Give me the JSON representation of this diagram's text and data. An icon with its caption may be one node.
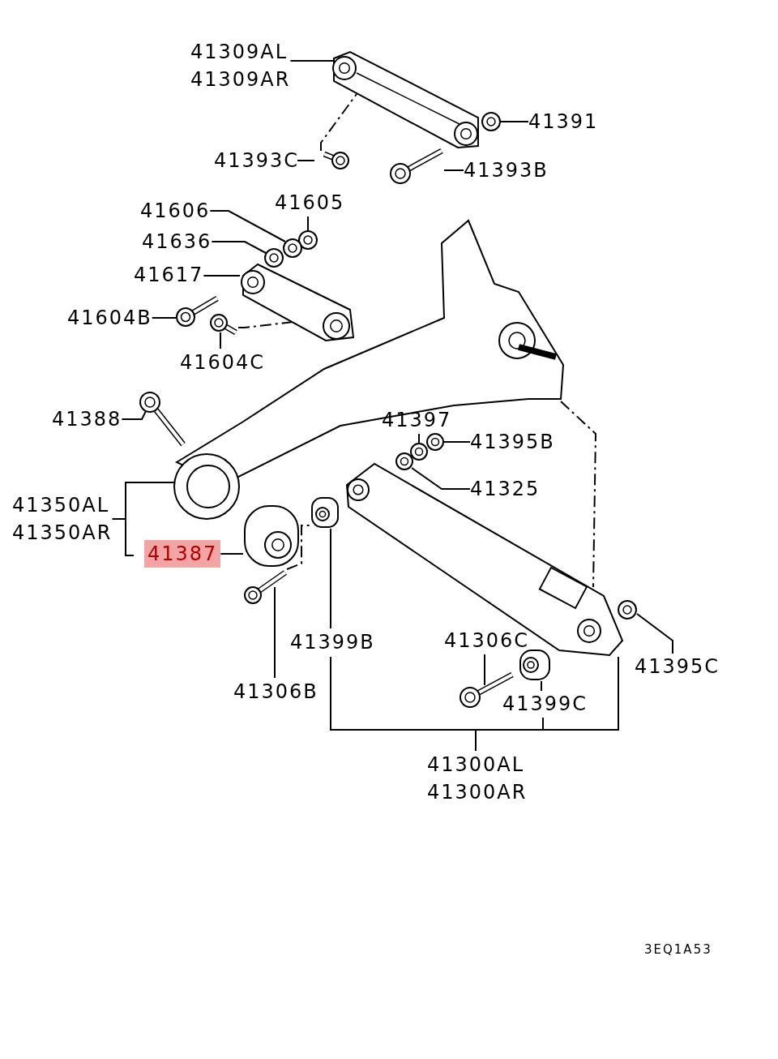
{
  "diagram": {
    "nodes": [
      {
        "text": [
          "41309AL",
          "41309AR"
        ]
      },
      {
        "text": [
          "41393C"
        ]
      },
      {
        "text": [
          "41391"
        ]
      },
      {
        "text": [
          "41393B"
        ]
      },
      {
        "text": [
          "41606"
        ]
      },
      {
        "text": [
          "41605"
        ]
      },
      {
        "text": [
          "41636"
        ]
      },
      {
        "text": [
          "41617"
        ]
      },
      {
        "text": [
          "41604B"
        ]
      },
      {
        "text": [
          "41604C"
        ]
      },
      {
        "text": [
          "41388"
        ]
      },
      {
        "text": [
          "41397"
        ]
      },
      {
        "text": [
          "41395B"
        ]
      },
      {
        "text": [
          "41325"
        ]
      },
      {
        "text": [
          "41350AL",
          "41350AR"
        ]
      },
      {
        "text": [
          "41387"
        ]
      },
      {
        "text": [
          "41306B"
        ]
      },
      {
        "text": [
          "41399B"
        ]
      },
      {
        "text": [
          "41306C"
        ]
      },
      {
        "text": [
          "41399C"
        ]
      },
      {
        "text": [
          "41395C"
        ]
      },
      {
        "text": [
          "41300AL",
          "41300AR"
        ]
      },
      {
        "text": [],
        "shape": "picture"
      },
      {
        "text": [],
        "shape": "picture"
      },
      {
        "text": [],
        "shape": "picture"
      },
      {
        "text": [],
        "shape": "picture"
      },
      {
        "text": [],
        "shape": "picture"
      },
      {
        "text": [],
        "shape": "picture"
      },
      {
        "text": [],
        "shape": "picture"
      },
      {
        "text": [],
        "shape": "picture"
      },
      {
        "text": [],
        "shape": "picture"
      },
      {
        "text": [],
        "shape": "picture"
      },
      {
        "text": [],
        "shape": "picture"
      },
      {
        "text": [],
        "shape": "picture"
      },
      {
        "text": [],
        "shape": "picture"
      },
      {
        "text": [],
        "shape": "picture"
      },
      {
        "text": [],
        "shape": "picture"
      },
      {
        "text": [],
        "shape": "picture"
      },
      {
        "text": [],
        "shape": "picture"
      },
      {
        "text": [],
        "shape": "picture"
      },
      {
        "text": [],
        "shape": "picture"
      },
      {
        "text": [],
        "shape": "picture"
      },
      {
        "text": [],
        "shape": "picture"
      },
      {
        "text": [],
        "shape": "picture"
      }
    ],
    "edges": [
      {
        "from": 0,
        "to": 22,
        "arrow": "none"
      },
      {
        "from": 1,
        "to": 23,
        "arrow": "none"
      },
      {
        "from": 2,
        "to": 24,
        "arrow": "none"
      },
      {
        "from": 3,
        "to": 25,
        "arrow": "none"
      },
      {
        "from": 4,
        "to": 27,
        "arrow": "none"
      },
      {
        "from": 5,
        "to": 26,
        "arrow": "none"
      },
      {
        "from": 6,
        "to": 28,
        "arrow": "none"
      },
      {
        "from": 7,
        "to": 29,
        "arrow": "none"
      },
      {
        "from": 8,
        "to": 30,
        "arrow": "none"
      },
      {
        "from": 9,
        "to": 31,
        "arrow": "none"
      },
      {
        "from": 10,
        "to": 32,
        "arrow": "none"
      },
      {
        "from": 11,
        "to": 33,
        "arrow": "none"
      },
      {
        "from": 12,
        "to": 34,
        "arrow": "none"
      },
      {
        "from": 13,
        "to": 35,
        "arrow": "none"
      },
      {
        "from": 14,
        "to": 36,
        "arrow": "none"
      },
      {
        "from": 15,
        "to": 37,
        "arrow": "none"
      },
      {
        "from": 16,
        "to": 38,
        "arrow": "none"
      },
      {
        "from": 17,
        "to": 39,
        "arrow": "none"
      },
      {
        "from": 18,
        "to": 41,
        "arrow": "none"
      },
      {
        "from": 19,
        "to": 42,
        "arrow": "none"
      },
      {
        "from": 20,
        "to": 43,
        "arrow": "none"
      },
      {
        "from": 21,
        "to": 40,
        "arrow": "none"
      },
      {
        "from": 23,
        "to": 22,
        "arrow": "none",
        "style": "dashed"
      },
      {
        "from": 31,
        "to": 29,
        "arrow": "none",
        "style": "dashed"
      },
      {
        "from": 38,
        "to": 39,
        "arrow": "none",
        "style": "dashed"
      },
      {
        "from": 36,
        "to": 40,
        "arrow": "none",
        "style": "dashed"
      }
    ],
    "labels": [
      "3EQ1A53"
    ]
  }
}
